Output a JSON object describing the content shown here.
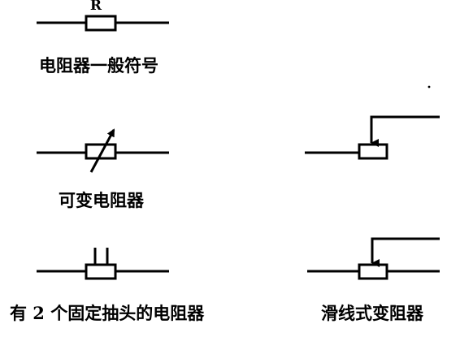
{
  "symbols": {
    "general": {
      "letter": "R",
      "caption": "电阻器一般符号"
    },
    "variable": {
      "caption": "可变电阻器"
    },
    "tapped": {
      "caption": "有 2 个固定抽头的电阻器"
    },
    "slide": {
      "caption": "滑线式变阻器"
    }
  }
}
